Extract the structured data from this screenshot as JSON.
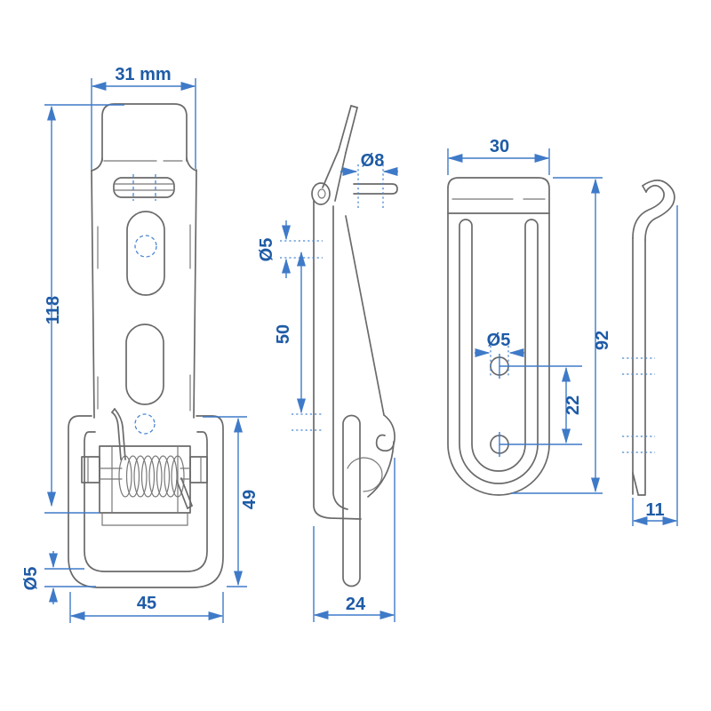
{
  "drawing": {
    "kind": "technical-drawing",
    "subject": "spring toggle latch with mounting plate, four orthographic views",
    "unit_note": "mm",
    "colors": {
      "outline": "#6a6a6a",
      "dimension_line": "#3f7ac8",
      "dimension_text": "#1e5ba6",
      "background": "#ffffff"
    },
    "views": {
      "front": {
        "dims": {
          "width_top": "31 mm",
          "height": "118",
          "wire": "Ø5",
          "base_width": "45",
          "base_height": "49"
        }
      },
      "side": {
        "dims": {
          "pin": "Ø8",
          "wire": "Ø5",
          "arm": "50",
          "depth": "24"
        }
      },
      "plate": {
        "dims": {
          "width": "30",
          "hole": "Ø5",
          "hole_spacing": "22",
          "height": "92"
        }
      },
      "profile": {
        "dims": {
          "depth": "11"
        }
      }
    }
  }
}
